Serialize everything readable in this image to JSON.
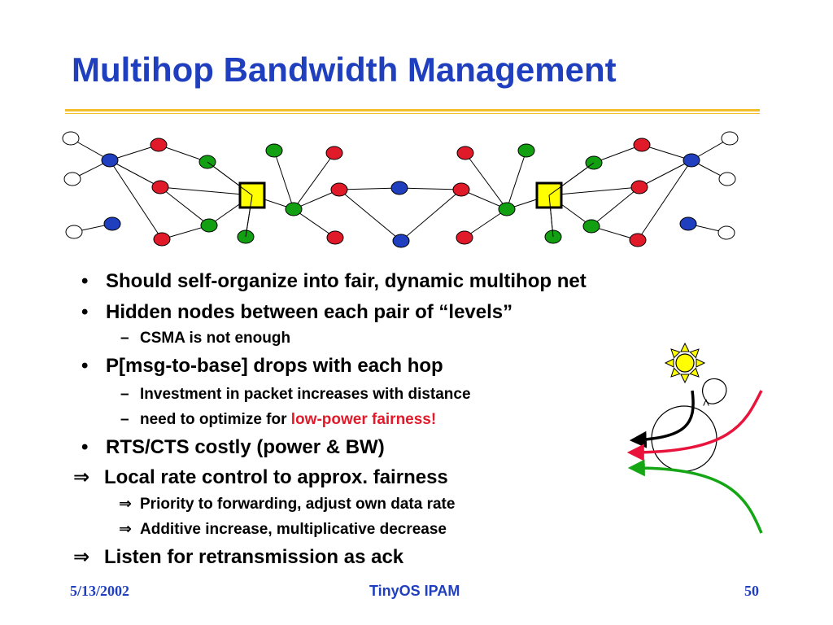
{
  "title": "Multihop Bandwidth Management",
  "colors": {
    "title": "#1f3fbf",
    "rule": "#f2bf2a",
    "node_blue": "#1f3fbf",
    "node_red": "#e11a2a",
    "node_green": "#12a012",
    "base_station": "#ffff00",
    "highlight": "#e11a2a",
    "arrow_red": "#e8143c",
    "arrow_green": "#14a614"
  },
  "bullets": {
    "b1": {
      "marker": "•",
      "text": "Should self-organize into fair, dynamic multihop net"
    },
    "b2": {
      "marker": "•",
      "text": "Hidden nodes between each pair of “levels”"
    },
    "b2a": {
      "marker": "–",
      "text": "CSMA is not enough"
    },
    "b3": {
      "marker": "•",
      "text": "P[msg-to-base] drops with each hop"
    },
    "b3a": {
      "marker": "–",
      "text": "Investment in packet increases with distance"
    },
    "b3b": {
      "marker": "–",
      "text": "need to optimize for ",
      "highlight": "low-power fairness!"
    },
    "b4": {
      "marker": "•",
      "text": "RTS/CTS costly (power & BW)"
    },
    "b5": {
      "marker": "⇒",
      "text": "Local rate control to approx. fairness"
    },
    "b5a": {
      "marker": "⇒",
      "text": "Priority to forwarding, adjust own data rate"
    },
    "b5b": {
      "marker": "⇒",
      "text": "Additive increase, multiplicative decrease"
    },
    "b6": {
      "marker": "⇒",
      "text": "Listen for retransmission as ack"
    }
  },
  "footer": {
    "date": "5/13/2002",
    "conference": "TinyOS IPAM",
    "page": "50"
  },
  "icons": {
    "network": "multihop-network-diagram",
    "sun": "sun-icon",
    "flows": "converging-arrows-icon"
  }
}
